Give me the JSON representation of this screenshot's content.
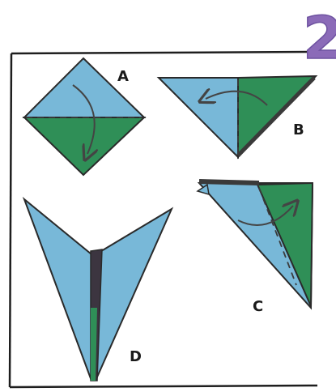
{
  "step_number": "2",
  "colors": {
    "blue": "#78b8d8",
    "blue_dark": "#5a9fc4",
    "green": "#2f8f57",
    "green_dark": "#237446",
    "outline": "#2a2a2a",
    "purple": "#8b6bb8",
    "arrow": "#444444"
  },
  "panels": [
    {
      "id": "A",
      "label": "A"
    },
    {
      "id": "B",
      "label": "B"
    },
    {
      "id": "C",
      "label": "C"
    },
    {
      "id": "D",
      "label": "D"
    }
  ]
}
